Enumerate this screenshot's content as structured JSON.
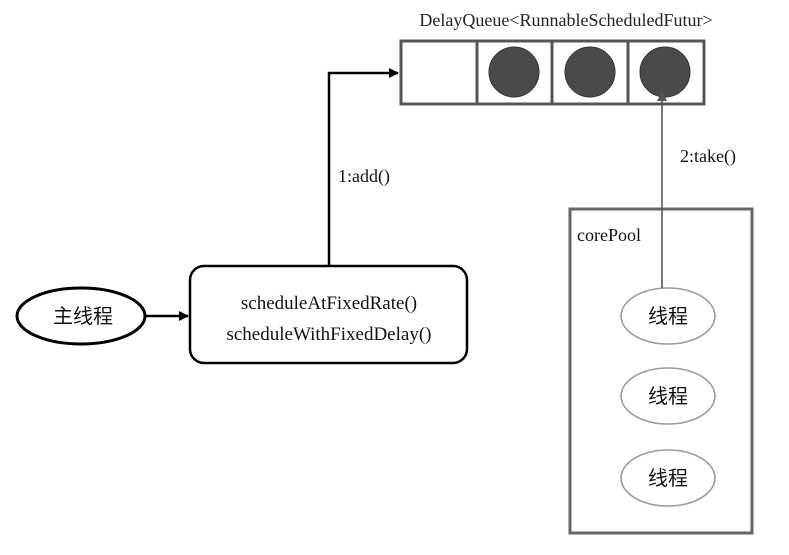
{
  "queue": {
    "title": "DelayQueue<RunnableScheduledFutur>",
    "slots": [
      {
        "filled": false
      },
      {
        "filled": true
      },
      {
        "filled": true
      },
      {
        "filled": true
      }
    ]
  },
  "main_thread": {
    "label": "主线程"
  },
  "scheduler": {
    "line1": "scheduleAtFixedRate()",
    "line2": "scheduleWithFixedDelay()"
  },
  "edges": {
    "add_label": "1:add()",
    "take_label": "2:take()"
  },
  "core_pool": {
    "label": "corePool",
    "threads": [
      "线程",
      "线程",
      "线程"
    ]
  },
  "colors": {
    "stroke": "#000000",
    "box_stroke": "#555555",
    "pool_stroke": "#666666",
    "thread_stroke": "#9a9a9a",
    "task_fill": "#4a4a4a",
    "arrow_light": "#555555"
  }
}
